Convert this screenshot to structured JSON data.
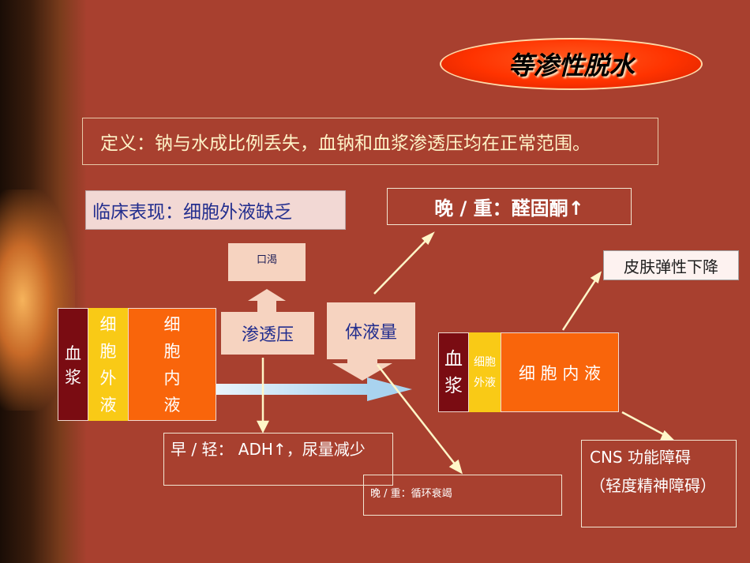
{
  "title": "等渗性脱水",
  "definition": "定义：钠与水成比例丢失，血钠和血浆渗透压均在正常范围。",
  "clinical": "临床表现：细胞外液缺乏",
  "late_hormone": "晚 / 重：醛固酮↑",
  "thirst": "口渴",
  "skin": "皮肤弹性下降",
  "osmotic": "渗透压",
  "volume": "体液量",
  "left_compartments": {
    "plasma": [
      "血",
      "浆"
    ],
    "ecf": [
      "细",
      "胞",
      "外",
      "液"
    ],
    "icf": [
      "细",
      "胞",
      "内",
      "液"
    ]
  },
  "right_compartments": {
    "plasma": [
      "血",
      "浆"
    ],
    "ecf": [
      "细胞",
      "外液"
    ],
    "icf": "细 胞 内 液"
  },
  "early": "早 / 轻： ADH↑，尿量减少",
  "late_circ": "晚 / 重：循环衰竭",
  "cns": {
    "line1": "CNS 功能障碍",
    "line2": "（轻度精神障碍）"
  }
}
